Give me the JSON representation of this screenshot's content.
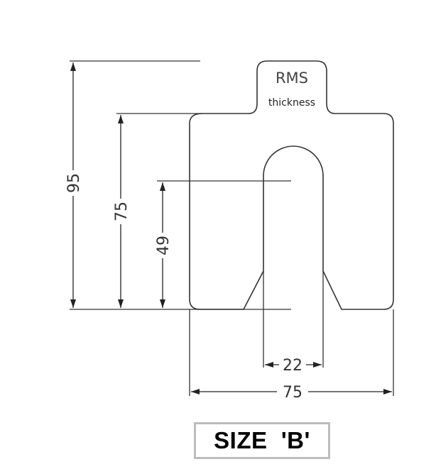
{
  "tab": {
    "line1": "RMS",
    "line2": "thickness"
  },
  "dimensions": {
    "overall_height": "95",
    "body_height": "75",
    "slot_depth": "49",
    "slot_width": "22",
    "overall_width": "75"
  },
  "size_label": "SIZE  'B'",
  "colors": {
    "line": "#333333",
    "label_border": "#bdbdbd"
  }
}
